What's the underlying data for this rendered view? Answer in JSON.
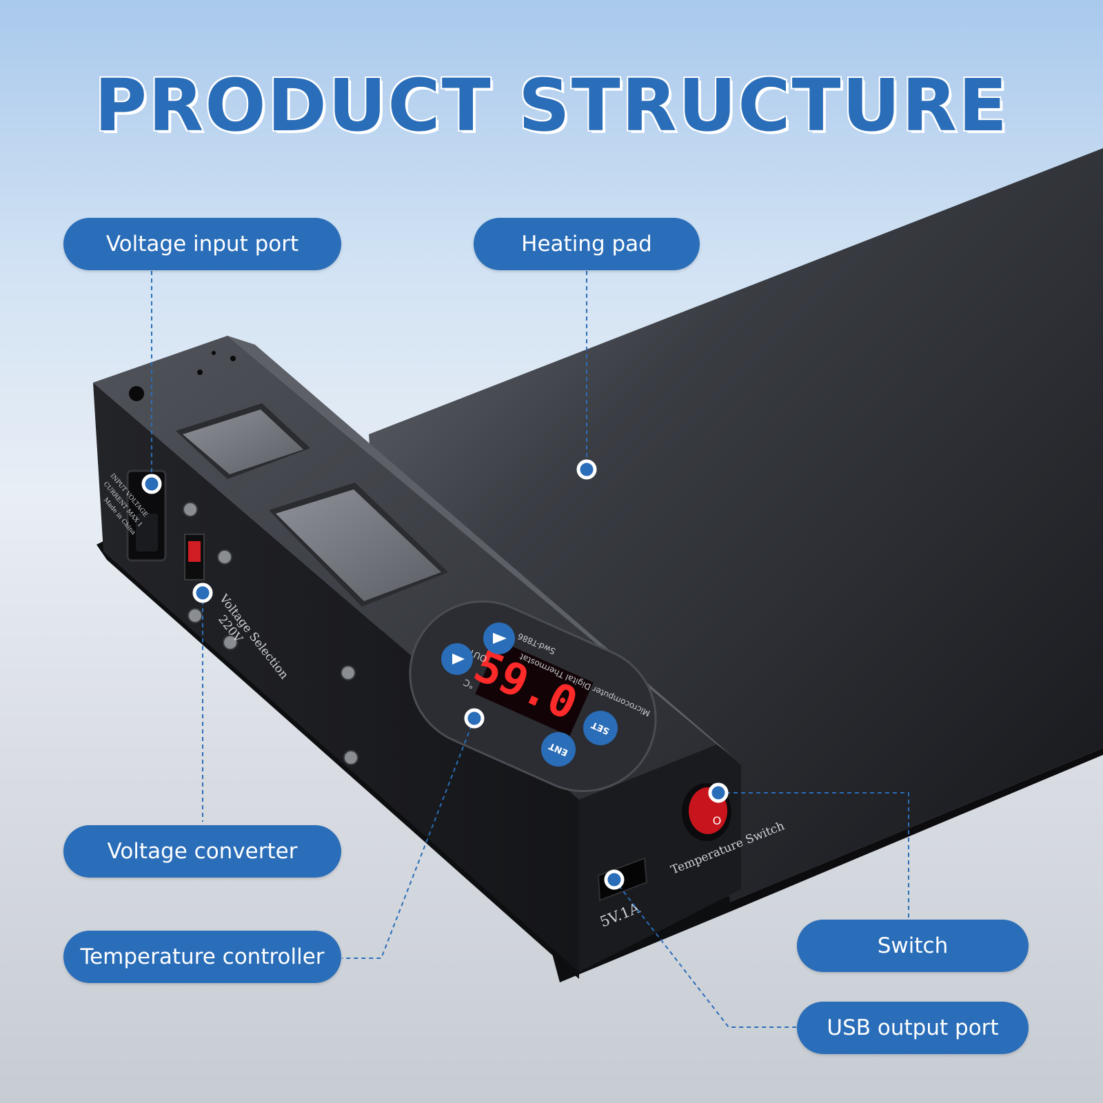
{
  "headline": "PRODUCT STRUCTURE",
  "labels": {
    "voltage_input_port": "Voltage input port",
    "heating_pad": "Heating pad",
    "voltage_converter": "Voltage converter",
    "temperature_controller": "Temperature controller",
    "switch": "Switch",
    "usb_output_port": "USB output port"
  },
  "device": {
    "display_reading": "59.0",
    "panel_title": "Microcomputer Digital Thermostat",
    "model": "Swd-T886",
    "out_label": "OUT",
    "celsius": "°C",
    "set_button": "SET",
    "ent_button": "ENT",
    "voltage_selection": "Voltage Selection",
    "voltage_value": "220V",
    "input_voltage_label": "INPUT VOLTAGE",
    "current_label": "CURRENT MAX 1",
    "made_in": "Made in China",
    "temperature_switch": "Temperature Switch",
    "usb_rating": "5V.1A",
    "switch_mark": "O"
  },
  "colors": {
    "accent": "#2a6db8",
    "display_red": "#ff2a2a",
    "switch_red": "#c8141c",
    "device_body": "#1c1d20",
    "pad": "#202226"
  }
}
